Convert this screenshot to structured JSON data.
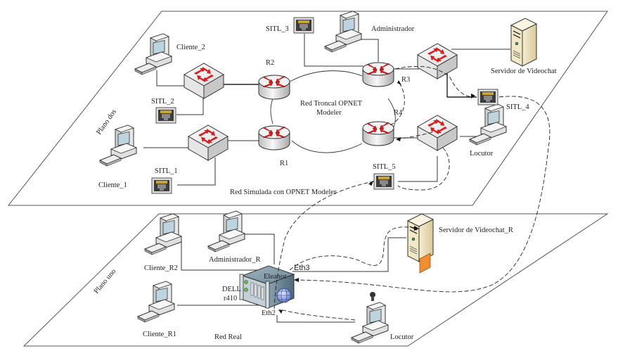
{
  "planes": {
    "top": {
      "label": "Plano dos",
      "network_label": "Red Simulada con OPNET Modeler",
      "backbone_label_line1": "Red Troncal OPNET",
      "backbone_label_line2": "Modeler"
    },
    "bottom": {
      "label": "Plano uno",
      "network_label": "Red Real"
    }
  },
  "nodes": {
    "cliente_2": "Cliente_2",
    "cliente_1": "Cliente_1",
    "administrador": "Administrador",
    "locutor_top": "Locutor",
    "servidor_videochat": "Servidor de Videochat",
    "sitl_1": "SITL_1",
    "sitl_2": "SITL_2",
    "sitl_3": "SITL_3",
    "sitl_4": "SITL_4",
    "sitl_5": "SITL_5",
    "r1": "R1",
    "r2": "R2",
    "r3": "R3",
    "r4": "R4",
    "cliente_r2": "Cliente_R2",
    "cliente_r1": "Cliente_R1",
    "administrador_r": "Administrador_R",
    "servidor_videochat_r": "Servidor de Videochat_R",
    "locutor_bottom": "Locutor",
    "eleanor": "Eleanor",
    "dell_line1": "DELL",
    "dell_line2": "r410",
    "eth3": "Eth3",
    "eth2": "Eth2"
  },
  "colors": {
    "router_arrow": "#d81e1e",
    "server_beige": "#efe3bf",
    "server_orange": "#f28a2e",
    "eleanor_body": "#7e97a6",
    "globe": "#6f86d6"
  }
}
